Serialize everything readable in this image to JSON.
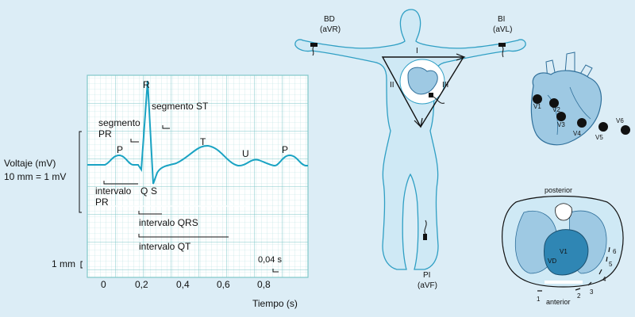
{
  "ecg": {
    "ylabel_line1": "Voltaje (mV)",
    "ylabel_line2": "10 mm = 1 mV",
    "mm_label": "1 mm",
    "xlabel": "Tiempo (s)",
    "x_ticks": [
      "0",
      "0,2",
      "0,4",
      "0,6",
      "0,8"
    ],
    "waves": {
      "p": "P",
      "q": "Q",
      "r": "R",
      "s": "S",
      "t": "T",
      "u": "U",
      "p2": "P"
    },
    "segment_pr_line1": "segmento",
    "segment_pr_line2": "PR",
    "segment_st": "segmento ST",
    "interval_pr_line1": "intervalo",
    "interval_pr_line2": "PR",
    "interval_qrs": "intervalo QRS",
    "interval_qt": "intervalo QT",
    "scale_time": "0,04 s"
  },
  "body": {
    "lead_rarm_line1": "BD",
    "lead_rarm_line2": "(aVR)",
    "lead_larm_line1": "BI",
    "lead_larm_line2": "(aVL)",
    "lead_leg_line1": "PI",
    "lead_leg_line2": "(aVF)",
    "einthoven": {
      "I": "I",
      "II": "II",
      "III": "III"
    }
  },
  "precordial": [
    "V1",
    "V2",
    "V3",
    "V4",
    "V5",
    "V6"
  ],
  "cross_section": {
    "posterior": "posterior",
    "anterior": "anterior",
    "labels": [
      "1",
      "2",
      "3",
      "4",
      "5",
      "6"
    ],
    "v_labels": [
      "V1",
      "VD"
    ]
  },
  "colors": {
    "grid_major": "#7fc7c9",
    "grid_minor": "#b9e2e2",
    "trace": "#1aa3c3",
    "body_fill": "#cfe9f5",
    "body_stroke": "#2f9fc4",
    "heart": "#9ec9e3"
  }
}
